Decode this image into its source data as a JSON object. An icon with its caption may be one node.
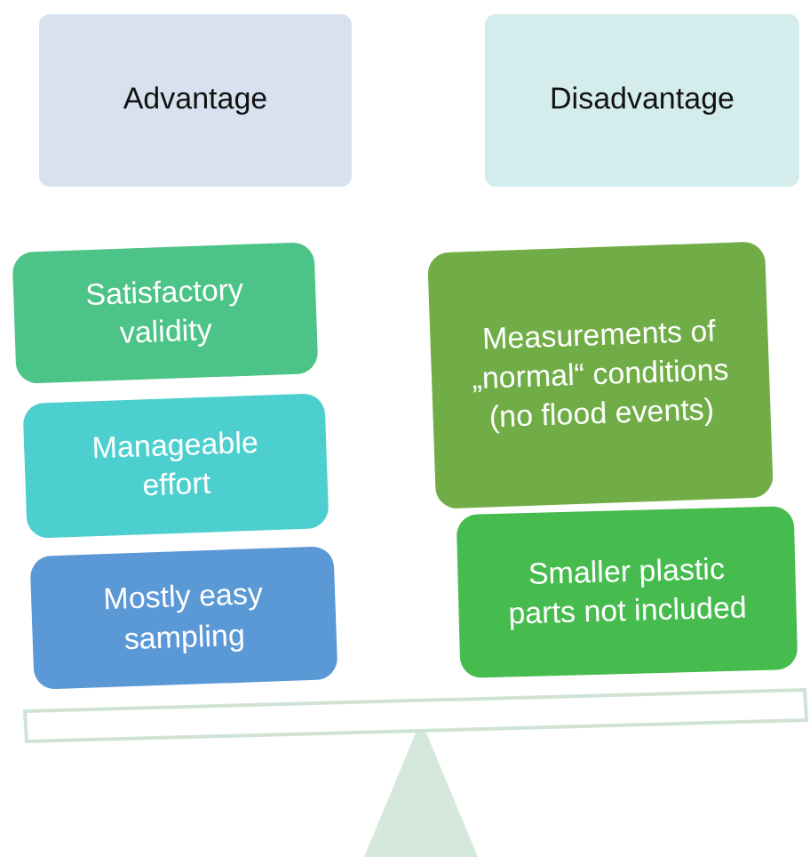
{
  "diagram": {
    "nodes": [
      {
        "text": [
          "Advantage"
        ]
      },
      {
        "text": [
          "Disadvantage"
        ]
      },
      {
        "text": [
          "Satisfactory validity"
        ]
      },
      {
        "text": [
          "Manageable effort"
        ]
      },
      {
        "text": [
          "Mostly easy sampling"
        ]
      },
      {
        "text": [
          "Measurements of „normal“ conditions (no flood events)"
        ]
      },
      {
        "text": [
          "Smaller plastic parts not included"
        ]
      }
    ]
  }
}
